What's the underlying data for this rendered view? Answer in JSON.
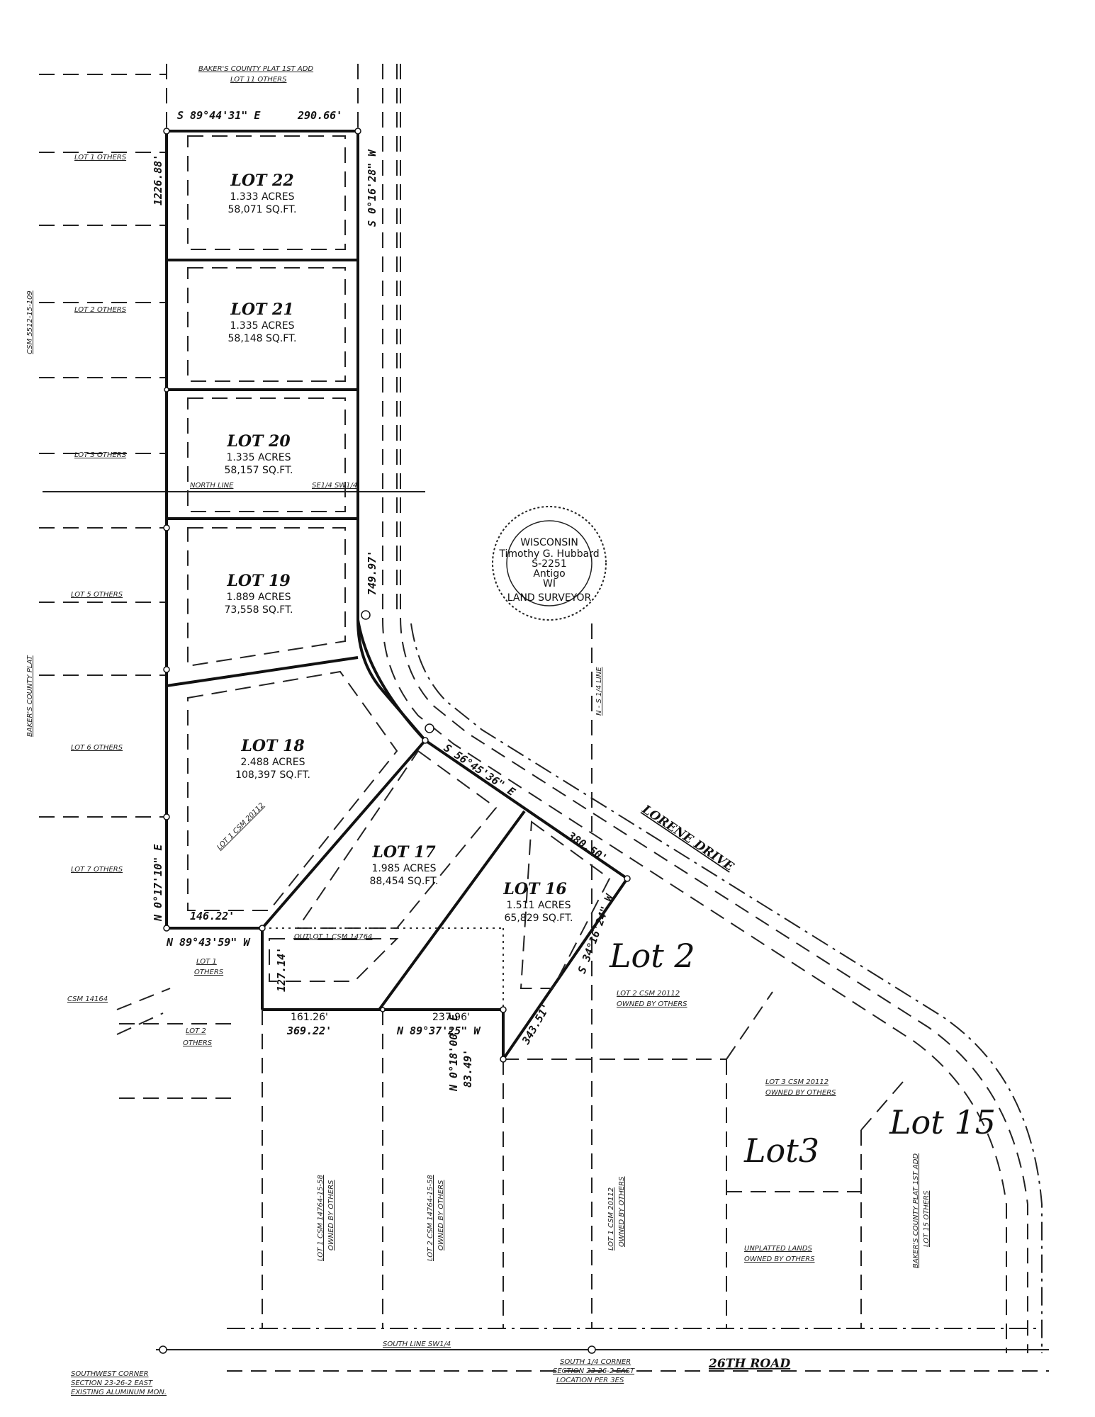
{
  "lots": [
    {
      "id": "lot22",
      "name": "LOT 22",
      "acres": "1.333 ACRES",
      "sqft": "58,071 SQ.FT."
    },
    {
      "id": "lot21",
      "name": "LOT 21",
      "acres": "1.335 ACRES",
      "sqft": "58,148 SQ.FT."
    },
    {
      "id": "lot20",
      "name": "LOT 20",
      "acres": "1.335 ACRES",
      "sqft": "58,157 SQ.FT."
    },
    {
      "id": "lot19",
      "name": "LOT 19",
      "acres": "1.889 ACRES",
      "sqft": "73,558 SQ.FT."
    },
    {
      "id": "lot18",
      "name": "LOT 18",
      "acres": "2.488 ACRES",
      "sqft": "108,397 SQ.FT."
    },
    {
      "id": "lot17",
      "name": "LOT 17",
      "acres": "1.985 ACRES",
      "sqft": "88,454 SQ.FT."
    },
    {
      "id": "lot16",
      "name": "LOT 16",
      "acres": "1.511 ACRES",
      "sqft": "65,829 SQ.FT."
    }
  ],
  "bearings": {
    "top": "S 89°44'31\" E",
    "top_dist": "290.66'",
    "east": "S 0°16'28\" W",
    "west_dist": "1226.88'",
    "curve_dist": "749.97'",
    "diag": "S 56°45'36\" E",
    "diag_dist": "380.50'",
    "west_lower": "N 0°17'10\" E",
    "dist_146": "146.22'",
    "bottom_w": "N 89°43'59\" W",
    "dist_127": "127.14'",
    "dist_369": "369.22'",
    "bottom_mid": "N 89°37'25\" W",
    "vert_mid": "N 0°18'00\" E",
    "vert_mid_dist": "83.49'",
    "lot16_e": "S 34°16'24\" W",
    "dist_343": "343.51'",
    "dist_161": "161.26'",
    "dist_237": "237.96'"
  },
  "labels": {
    "top_plat": "BAKER'S COUNTY PLAT 1ST ADD",
    "top_plat2": "LOT 11 OTHERS",
    "lot1_others": "LOT 1 OTHERS",
    "lot2_others": "LOT 2 OTHERS",
    "lot3_others": "LOT 3 OTHERS",
    "lot5_others": "LOT 5 OTHERS",
    "lot6_others": "LOT 6 OTHERS",
    "lot7_others": "LOT 7 OTHERS",
    "csm_left": "CSM 5512-15-109",
    "bakers_left": "BAKER'S COUNTY PLAT",
    "outlot": "OUTLOT 1 CSM 14764",
    "lot1_small": "LOT 1",
    "others_small": "OTHERS",
    "csm14164": "CSM 14164",
    "lot2_small": "LOT 2",
    "others_small2": "OTHERS",
    "lot2_csm": "LOT 2 CSM 20112",
    "owned_by_others": "OWNED BY OTHERS",
    "lot3_csm": "LOT 3 CSM 20112",
    "owned_by_others2": "OWNED BY OTHERS",
    "unplatted": "UNPLATTED LANDS",
    "owned_by_others3": "OWNED BY OTHERS",
    "lot1_csm_long": "LOT 1 CSM 14764-15-58",
    "owned_v1": "OWNED BY OTHERS",
    "lot2_csm_long": "LOT 2 CSM 14764-15-58",
    "owned_v2": "OWNED BY OTHERS",
    "lot1_csm_20112": "LOT 1 CSM 20112",
    "owned_v3": "OWNED BY OTHERS",
    "bakers_right": "BAKER'S COUNTY PLAT 1ST ADD",
    "lot15_others": "LOT 15 OTHERS",
    "lot1_csm_diag": "LOT 1 CSM 20112",
    "north_line": "NORTH LINE",
    "se_quarter": "SE1/4 SW1/4",
    "n_s_quarter": "N - S 1/4 LINE",
    "south_line": "SOUTH LINE SW1/4",
    "sw_corner": "SOUTHWEST CORNER",
    "sw_corner2": "SECTION 23-26-2 EAST",
    "sw_corner3": "EXISTING ALUMINUM MON.",
    "s14_corner": "SOUTH 1/4 CORNER",
    "s14_corner2": "SECTION 23-26-2 EAST",
    "s14_corner3": "LOCATION PER 3ES",
    "road_26th": "26TH ROAD",
    "lorene": "LORENE DRIVE",
    "seal_top": "WISCONSIN",
    "seal_bottom": "LAND SURVEYOR",
    "seal_name": "Timothy G. Hubbard",
    "seal_num": "S-2251",
    "seal_city": "Antigo",
    "seal_state": "WI"
  },
  "handwriting": {
    "lot2": "Lot 2",
    "lot3": "Lot3",
    "lot15": "Lot 15"
  }
}
